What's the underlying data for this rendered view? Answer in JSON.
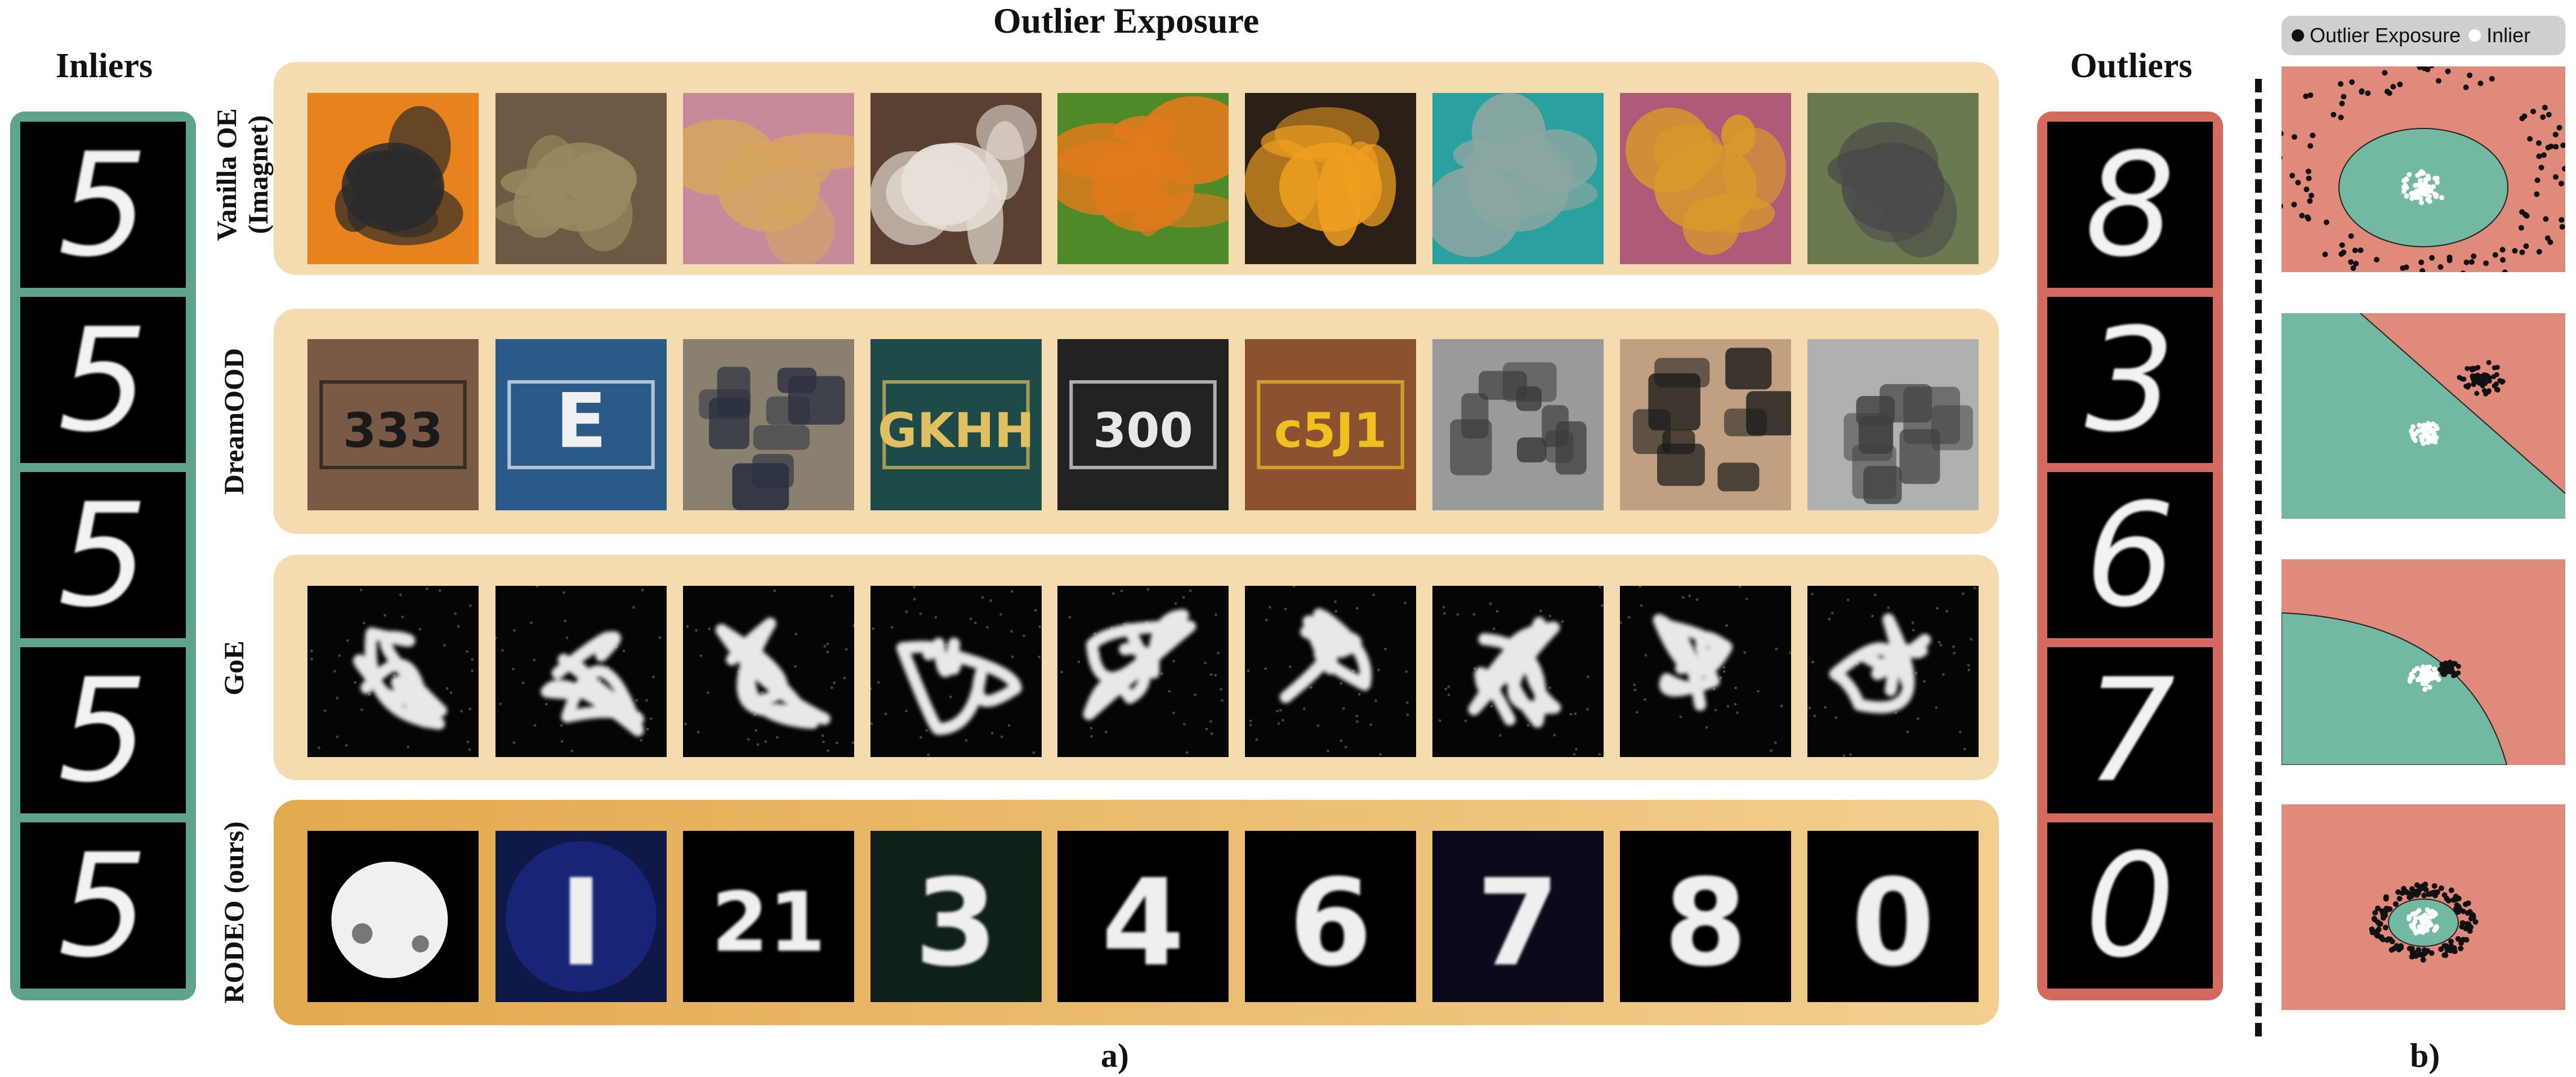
{
  "titles": {
    "outlier_exposure": "Outlier Exposure",
    "inliers": "Inliers",
    "outliers": "Outliers"
  },
  "captions": {
    "a": "a)",
    "b": "b)"
  },
  "rows": [
    {
      "label": "Vanilla OE (Imagnet)",
      "label_line1": "Vanilla OE",
      "label_line2": "(Imagnet)",
      "style": "photo"
    },
    {
      "label": "DreamOOD",
      "label_line1": "DreamOOD",
      "label_line2": "",
      "style": "synthetic"
    },
    {
      "label": "GoE",
      "label_line1": "GoE",
      "label_line2": "",
      "style": "blob"
    },
    {
      "label": "RODEO (ours)",
      "label_line1": "RODEO (ours)",
      "label_line2": "",
      "style": "digit"
    }
  ],
  "photo_thumbs": [
    {
      "icon": "fly-photo",
      "bg": "#e8821c",
      "fg": "#2a2a2a"
    },
    {
      "icon": "frog-photo",
      "bg": "#6e5a44",
      "fg": "#9a8a60"
    },
    {
      "icon": "dog-photo",
      "bg": "#c88a9a",
      "fg": "#d6a460"
    },
    {
      "icon": "cat-photo",
      "bg": "#5a4030",
      "fg": "#e8e0d8"
    },
    {
      "icon": "butterfly-photo",
      "bg": "#4f8a2a",
      "fg": "#e07a1c"
    },
    {
      "icon": "oranges-photo",
      "bg": "#2a2018",
      "fg": "#f0a020"
    },
    {
      "icon": "manatee-photo",
      "bg": "#2aa0a0",
      "fg": "#8aa6a0"
    },
    {
      "icon": "coral-photo",
      "bg": "#b05a7a",
      "fg": "#d89a2a"
    },
    {
      "icon": "elephant-photo",
      "bg": "#6a7a50",
      "fg": "#4a4a4a"
    }
  ],
  "dream_thumbs": [
    {
      "icon": "numeral-sign-image",
      "bg": "#7a5a44",
      "fg": "#1a1a1a",
      "text": "333"
    },
    {
      "icon": "letter-e-sign-image",
      "bg": "#2a5a88",
      "fg": "#f0f0f0",
      "text": "E"
    },
    {
      "icon": "group-of-people-image",
      "bg": "#8a8070",
      "fg": "#2a3040",
      "text": ""
    },
    {
      "icon": "chalk-writing-image",
      "bg": "#1e4a4a",
      "fg": "#e0c060",
      "text": "GKHH"
    },
    {
      "icon": "digital-display-image",
      "bg": "#222222",
      "fg": "#e8e8e8",
      "text": "300"
    },
    {
      "icon": "dice-blocks-image",
      "bg": "#8a5230",
      "fg": "#f0c020",
      "text": "c5J1"
    },
    {
      "icon": "letter-tiles-image",
      "bg": "#9a9a9a",
      "fg": "#3a3a3a",
      "text": ""
    },
    {
      "icon": "knot-object-image",
      "bg": "#c0a080",
      "fg": "#1a1a1a",
      "text": ""
    },
    {
      "icon": "key-tiles-image",
      "bg": "#b0b0b0",
      "fg": "#404040",
      "text": ""
    }
  ],
  "blob_thumbs": [
    {
      "icon": "noise-blob-image"
    },
    {
      "icon": "noise-blob-image"
    },
    {
      "icon": "noise-blob-image"
    },
    {
      "icon": "noise-blob-image"
    },
    {
      "icon": "noise-blob-image"
    },
    {
      "icon": "noise-blob-image"
    },
    {
      "icon": "noise-blob-image"
    },
    {
      "icon": "noise-blob-image"
    },
    {
      "icon": "noise-blob-image"
    }
  ],
  "rodeo_thumbs": [
    {
      "icon": "generated-digit-image",
      "text": "",
      "bg": "#000000"
    },
    {
      "icon": "generated-digit-image",
      "text": "I",
      "bg": "#101848"
    },
    {
      "icon": "generated-digit-image",
      "text": "21",
      "bg": "#000000"
    },
    {
      "icon": "generated-digit-image",
      "text": "3",
      "bg": "#0e2018"
    },
    {
      "icon": "generated-digit-image",
      "text": "4",
      "bg": "#000000"
    },
    {
      "icon": "generated-digit-image",
      "text": "6",
      "bg": "#000000"
    },
    {
      "icon": "generated-digit-image",
      "text": "7",
      "bg": "#0a0a1a"
    },
    {
      "icon": "generated-digit-image",
      "text": "8",
      "bg": "#000000"
    },
    {
      "icon": "generated-digit-image",
      "text": "0",
      "bg": "#000000"
    }
  ],
  "inlier_digits": [
    "5",
    "5",
    "5",
    "5",
    "5"
  ],
  "outlier_digits": [
    "8",
    "3",
    "6",
    "7",
    "0"
  ],
  "legend": {
    "outlier_label": "Outlier Exposure",
    "inlier_label": "Inlier"
  },
  "colors": {
    "inlier_border": "#5fa28e",
    "outlier_border": "#d46a5e",
    "band_light": "#f4dcb0",
    "band_rodeo": "#e8b45c",
    "region_teal": "#72b8a2",
    "region_salmon": "#e08a7c"
  }
}
